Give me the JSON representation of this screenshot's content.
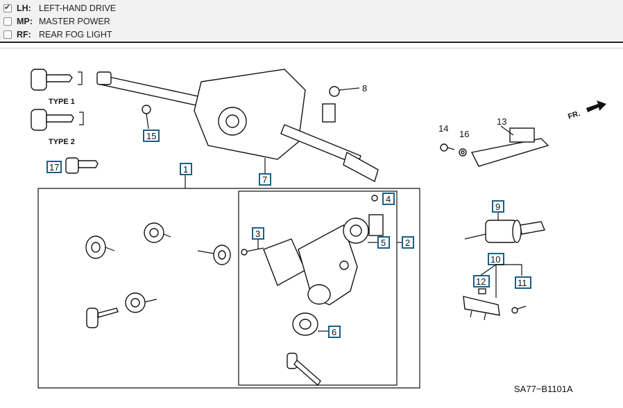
{
  "legend": [
    {
      "code": "LH:",
      "label": "LEFT-HAND DRIVE",
      "checked": true
    },
    {
      "code": "MP:",
      "label": "MASTER POWER",
      "checked": false
    },
    {
      "code": "RF:",
      "label": "REAR FOG LIGHT",
      "checked": false
    }
  ],
  "diagram": {
    "type1_label": "TYPE 1",
    "type2_label": "TYPE 2",
    "direction_label": "FR.",
    "drawing_code": "SA77−B1101A",
    "callouts": {
      "c1": "1",
      "c2": "2",
      "c3": "3",
      "c4": "4",
      "c5": "5",
      "c6": "6",
      "c7": "7",
      "c9": "9",
      "c10": "10",
      "c11": "11",
      "c12": "12",
      "c15": "15",
      "c17": "17"
    },
    "plain_numbers": {
      "n8": "8",
      "n13": "13",
      "n14": "14",
      "n16": "16"
    }
  },
  "colors": {
    "callout_border": "#1a5d86",
    "legend_bg": "#f2f2f2"
  }
}
